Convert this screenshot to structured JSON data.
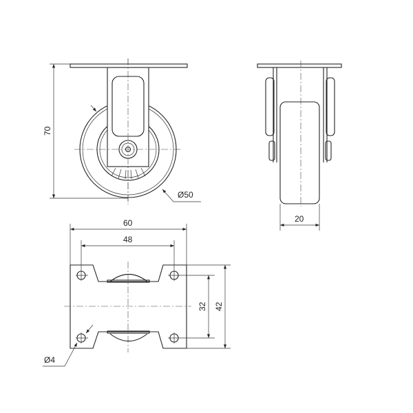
{
  "title": "Fixed castor dimension drawing",
  "dimensions": {
    "height": "70",
    "wheel_diameter": "Ø50",
    "wheel_width": "20",
    "plate_length": "60",
    "hole_spacing_length": "48",
    "plate_width": "42",
    "hole_spacing_width": "32",
    "hole_diameter": "Ø4"
  },
  "colors": {
    "line": "#222222",
    "background": "#ffffff"
  }
}
